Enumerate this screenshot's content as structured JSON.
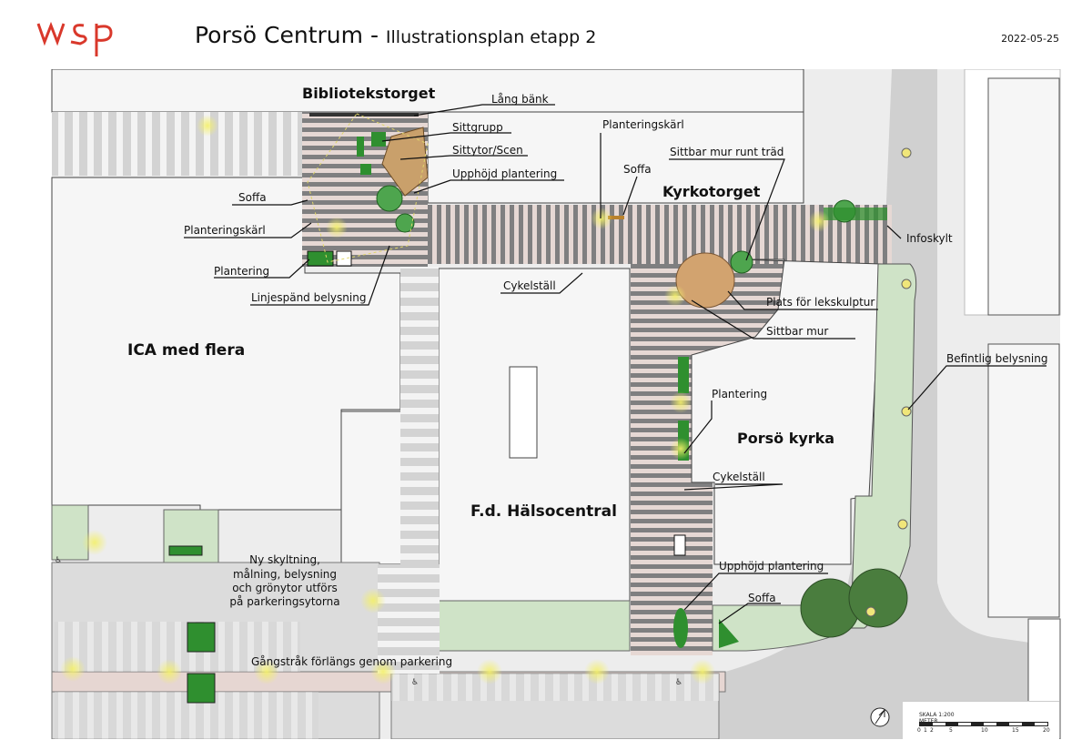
{
  "header": {
    "logo_text": "wsp",
    "title": "Porsö Centrum",
    "title_sep": " - ",
    "subtitle": "Illustrationsplan etapp 2",
    "date": "2022-05-25"
  },
  "places": {
    "bibliotekstorget": "Bibliotekstorget",
    "kyrkotorget": "Kyrkotorget",
    "ica": "ICA med flera",
    "halsocentral": "F.d. Hälsocentral",
    "kyrka": "Porsö kyrka"
  },
  "labels": {
    "lang_bank": "Lång bänk",
    "sittgrupp": "Sittgrupp",
    "sittytor": "Sittytor/Scen",
    "upphojd_plantering_1": "Upphöjd plantering",
    "soffa_left": "Soffa",
    "planteringskarl_left": "Planteringskärl",
    "plantering_left": "Plantering",
    "linjespand": "Linjespänd belysning",
    "planteringskarl_mid": "Planteringskärl",
    "soffa_mid": "Soffa",
    "sittbar_mur_trad": "Sittbar mur runt träd",
    "infoskylt": "Infoskylt",
    "cykelstall_1": "Cykelställ",
    "lekskulptur": "Plats för lekskulptur",
    "sittbar_mur": "Sittbar mur",
    "befintlig_belysning": "Befintlig belysning",
    "plantering_right": "Plantering",
    "cykelstall_2": "Cykelställ",
    "upphojd_plantering_2": "Upphöjd plantering",
    "soffa_bottom": "Soffa",
    "gangstrak": "Gångstråk förlängs genom parkering",
    "note_line1": "Ny skyltning,",
    "note_line2": "målning, belysning",
    "note_line3": "och grönytor utförs",
    "note_line4": "på parkeringsytorna"
  },
  "scale": {
    "title": "SKALA 1:200",
    "unit": "METER",
    "ticks": [
      "0",
      "1",
      "2",
      "5",
      "10",
      "15",
      "20"
    ]
  },
  "colors": {
    "building": "#f2f2f2",
    "paving_stripe": "#8a8a8a",
    "paving_pink": "#e6d6d2",
    "grass": "#cfe6c8",
    "plant": "#2f8f2f",
    "wood": "#c9a06b",
    "road": "#d2d2d2",
    "accent": "#d9382b"
  }
}
